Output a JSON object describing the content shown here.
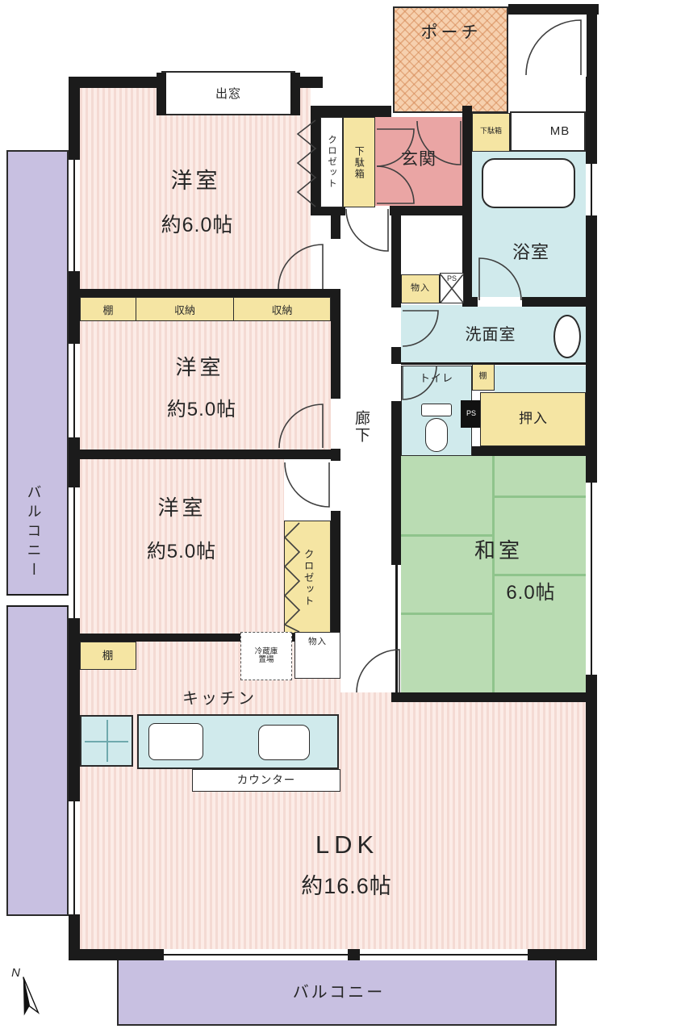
{
  "floorplan": {
    "compass_n": "N",
    "porch": "ポーチ",
    "mb": "MB",
    "bay_window": "出窓",
    "entrance": "玄関",
    "shoe_cabinet_tall": "下駄箱",
    "shoe_cabinet_small": "下駄箱",
    "closet_entry": "クロゼット",
    "western_room_1": "洋室",
    "western_room_1_size": "約6.0帖",
    "bathroom": "浴室",
    "storage_hall": "物入",
    "pipe_space_a": "PS",
    "washroom": "洗面室",
    "toilet": "トイレ",
    "shelf_toilet": "棚",
    "pipe_space_b": "PS",
    "oshiire": "押入",
    "japanese_room": "和室",
    "japanese_room_size": "6.0帖",
    "corridor": "廊下",
    "shelf_bedroom2": "棚",
    "storage_bedroom2_a": "収納",
    "storage_bedroom2_b": "収納",
    "western_room_2": "洋室",
    "western_room_2_size": "約5.0帖",
    "western_room_3": "洋室",
    "western_room_3_size": "約5.0帖",
    "closet_bedroom3": "クロゼット",
    "shelf_kitchen": "棚",
    "fridge_space_line1": "冷蔵庫",
    "fridge_space_line2": "置場",
    "storage_ldk": "物入",
    "kitchen": "キッチン",
    "counter": "カウンター",
    "ldk": "LDK",
    "ldk_size": "約16.6帖",
    "balcony_left": "バルコニー",
    "balcony_bottom": "バルコニー",
    "colors": {
      "wall": "#1b1b1b",
      "western_room": "#f6ddd6",
      "tatami": "#badcb3",
      "balcony": "#c8c0e1",
      "storage": "#f5e5a3",
      "wet_area": "#d0eaec",
      "entrance": "#eaa5a4",
      "porch": "#f6d0ae"
    }
  }
}
